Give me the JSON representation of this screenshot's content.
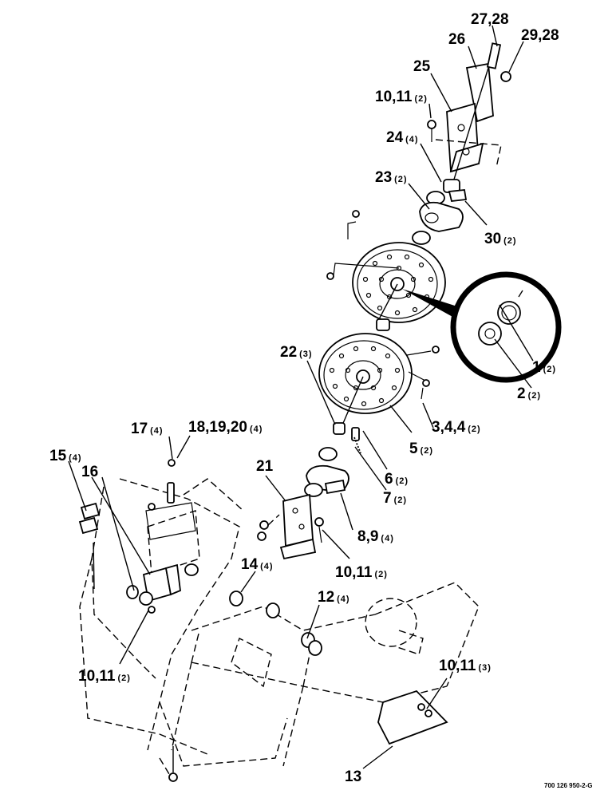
{
  "callouts": [
    {
      "id": "c27",
      "text": "27,28",
      "qty": ""
    },
    {
      "id": "c26",
      "text": "26",
      "qty": ""
    },
    {
      "id": "c29",
      "text": "29,28",
      "qty": ""
    },
    {
      "id": "c25",
      "text": "25",
      "qty": ""
    },
    {
      "id": "c10a",
      "text": "10,11",
      "qty": "(2)"
    },
    {
      "id": "c24",
      "text": "24",
      "qty": "(4)"
    },
    {
      "id": "c23",
      "text": "23",
      "qty": "(2)"
    },
    {
      "id": "c30",
      "text": "30",
      "qty": "(2)"
    },
    {
      "id": "c22",
      "text": "22",
      "qty": "(3)"
    },
    {
      "id": "c1",
      "text": "1",
      "qty": "(2)"
    },
    {
      "id": "c2",
      "text": "2",
      "qty": "(2)"
    },
    {
      "id": "c3",
      "text": "3,4,4",
      "qty": "(2)"
    },
    {
      "id": "c5",
      "text": "5",
      "qty": "(2)"
    },
    {
      "id": "c6",
      "text": "6",
      "qty": "(2)"
    },
    {
      "id": "c7",
      "text": "7",
      "qty": "(2)"
    },
    {
      "id": "c17",
      "text": "17",
      "qty": "(4)"
    },
    {
      "id": "c18",
      "text": "18,19,20",
      "qty": "(4)"
    },
    {
      "id": "c15",
      "text": "15",
      "qty": "(4)"
    },
    {
      "id": "c16",
      "text": "16",
      "qty": ""
    },
    {
      "id": "c21",
      "text": "21",
      "qty": ""
    },
    {
      "id": "c8",
      "text": "8,9",
      "qty": "(4)"
    },
    {
      "id": "c10b",
      "text": "10,11",
      "qty": "(2)"
    },
    {
      "id": "c14",
      "text": "14",
      "qty": "(4)"
    },
    {
      "id": "c12",
      "text": "12",
      "qty": "(4)"
    },
    {
      "id": "c10c",
      "text": "10,11",
      "qty": "(2)"
    },
    {
      "id": "c10d",
      "text": "10,11",
      "qty": "(3)"
    },
    {
      "id": "c13",
      "text": "13",
      "qty": ""
    }
  ],
  "drawing_code": "700 126 950-2-G"
}
